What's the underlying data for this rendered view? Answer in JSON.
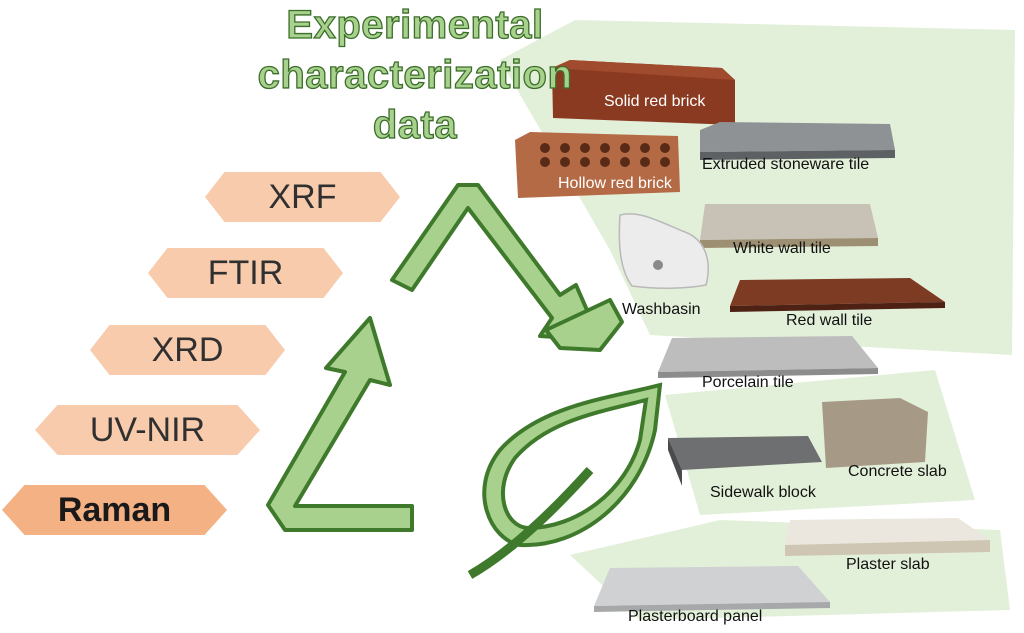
{
  "title": {
    "line1": "Experimental",
    "line2": "characterization",
    "line3": "data"
  },
  "techniques": [
    "XRF",
    "FTIR",
    "XRD",
    "UV-NIR",
    "Raman"
  ],
  "highlighted_technique": "Raman",
  "materials": {
    "solid_red_brick": "Solid red brick",
    "hollow_red_brick": "Hollow red brick",
    "extruded_stoneware_tile": "Extruded stoneware tile",
    "white_wall_tile": "White wall  tile",
    "washbasin": "Washbasin",
    "red_wall_tile": "Red wall tile",
    "porcelain_tile": "Porcelain tile",
    "concrete_slab": "Concrete slab",
    "sidewalk_block": "Sidewalk block",
    "plaster_slab": "Plaster slab",
    "plasterboard_panel": "Plasterboard panel"
  },
  "colors": {
    "title_fill": "#a9d18e",
    "title_outline": "#3b6e2a",
    "recycle_arrow": "#a9d18e",
    "recycle_outline": "#3f7a2c",
    "technique_light": "#f8cbad",
    "technique_strong": "#f4b183",
    "background_panel": "#e2efd9"
  },
  "icons": [
    "recycle-arrows-icon",
    "leaf-icon"
  ]
}
